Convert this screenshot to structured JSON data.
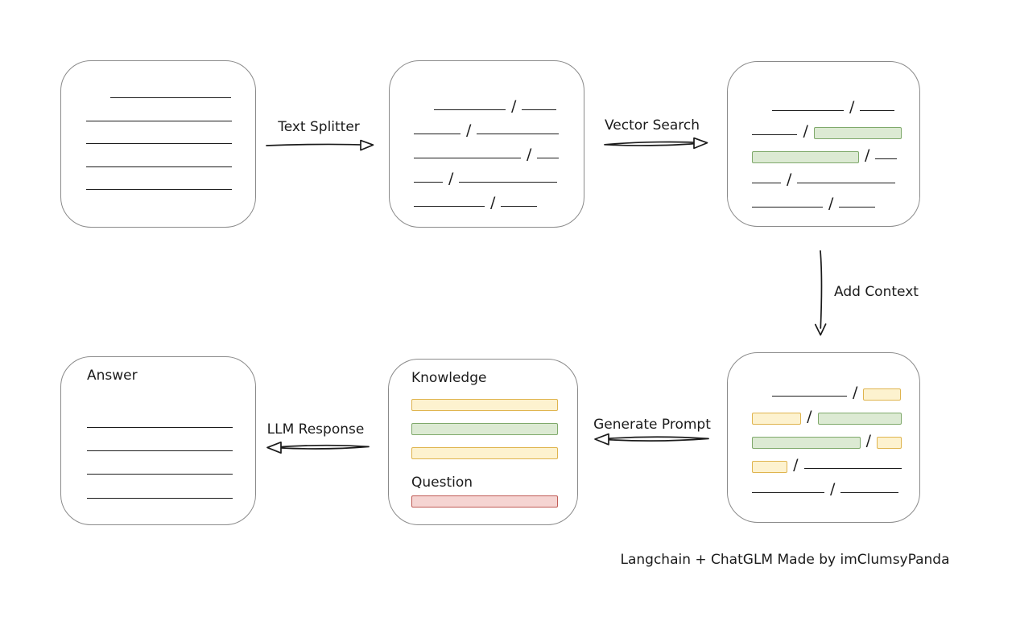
{
  "caption": {
    "text": "Langchain + ChatGLM Made by imClumsyPanda"
  },
  "colors": {
    "ink": "#1b1b1b",
    "box_border": "#8a8a8a",
    "green_fill": "#dcead3",
    "green_border": "#7fa96b",
    "yellow_fill": "#fdf2cf",
    "yellow_border": "#dfb44e",
    "red_fill": "#f5d4d2",
    "red_border": "#bf5b55"
  },
  "arrows": {
    "text_splitter": {
      "label": "Text Splitter",
      "direction": "right"
    },
    "vector_search": {
      "label": "Vector Search",
      "direction": "right"
    },
    "add_context": {
      "label": "Add Context",
      "direction": "down"
    },
    "generate_prompt": {
      "label": "Generate Prompt",
      "direction": "left"
    },
    "llm_response": {
      "label": "LLM Response",
      "direction": "left"
    }
  },
  "boxes": {
    "document": {
      "lines": [
        {
          "w": 150,
          "indent": 30
        },
        {
          "w": 181
        },
        {
          "w": 181
        },
        {
          "w": 181
        },
        {
          "w": 181
        }
      ]
    },
    "chunks": {
      "rows": [
        [
          {
            "t": "line",
            "w": 89,
            "indent": 29
          },
          {
            "t": "slash"
          },
          {
            "t": "line",
            "w": 43
          }
        ],
        [
          {
            "t": "line",
            "w": 58
          },
          {
            "t": "slash"
          },
          {
            "t": "line",
            "w": 102
          }
        ],
        [
          {
            "t": "line",
            "w": 133
          },
          {
            "t": "slash"
          },
          {
            "t": "line",
            "w": 27
          }
        ],
        [
          {
            "t": "line",
            "w": 36
          },
          {
            "t": "slash"
          },
          {
            "t": "line",
            "w": 122
          }
        ],
        [
          {
            "t": "line",
            "w": 88
          },
          {
            "t": "slash"
          },
          {
            "t": "line",
            "w": 45
          }
        ]
      ]
    },
    "vector_result": {
      "rows": [
        [
          {
            "t": "line",
            "w": 89,
            "indent": 29
          },
          {
            "t": "slash"
          },
          {
            "t": "line",
            "w": 43
          }
        ],
        [
          {
            "t": "line",
            "w": 58
          },
          {
            "t": "slash"
          },
          {
            "t": "green",
            "w": 112
          }
        ],
        [
          {
            "t": "green",
            "w": 133
          },
          {
            "t": "slash"
          },
          {
            "t": "line",
            "w": 27
          }
        ],
        [
          {
            "t": "line",
            "w": 36
          },
          {
            "t": "slash"
          },
          {
            "t": "line",
            "w": 122
          }
        ],
        [
          {
            "t": "line",
            "w": 88
          },
          {
            "t": "slash"
          },
          {
            "t": "line",
            "w": 45
          }
        ]
      ]
    },
    "context": {
      "rows": [
        [
          {
            "t": "line",
            "w": 93,
            "indent": 29
          },
          {
            "t": "slash"
          },
          {
            "t": "yellow",
            "w": 47
          }
        ],
        [
          {
            "t": "yellow",
            "w": 62
          },
          {
            "t": "slash"
          },
          {
            "t": "green",
            "w": 106
          }
        ],
        [
          {
            "t": "green",
            "w": 139
          },
          {
            "t": "slash"
          },
          {
            "t": "yellow",
            "w": 32
          }
        ],
        [
          {
            "t": "yellow",
            "w": 46
          },
          {
            "t": "slash"
          },
          {
            "t": "line",
            "w": 127
          }
        ],
        [
          {
            "t": "line",
            "w": 90
          },
          {
            "t": "slash"
          },
          {
            "t": "line",
            "w": 72
          }
        ]
      ]
    },
    "prompt": {
      "knowledge_label": "Knowledge",
      "question_label": "Question",
      "knowledge_bars": [
        {
          "c": "yellow",
          "w": 182
        },
        {
          "c": "green",
          "w": 182
        },
        {
          "c": "yellow",
          "w": 182
        }
      ],
      "question_bars": [
        {
          "c": "red",
          "w": 182
        }
      ]
    },
    "answer": {
      "label": "Answer",
      "lines": [
        {
          "w": 181
        },
        {
          "w": 181
        },
        {
          "w": 181
        },
        {
          "w": 181
        }
      ]
    }
  }
}
